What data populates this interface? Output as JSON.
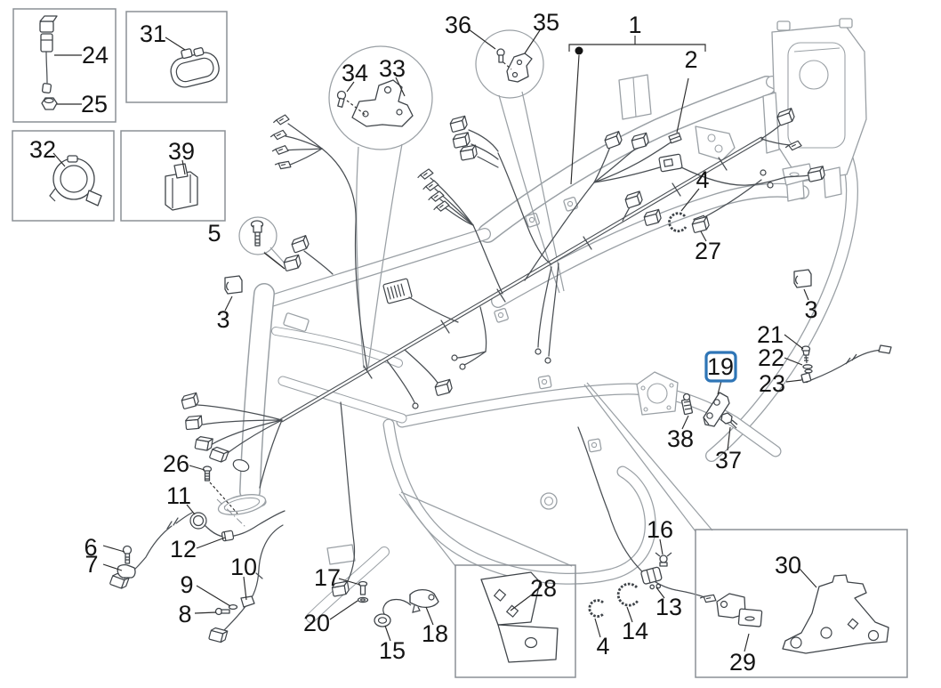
{
  "diagram": {
    "type": "parts-catalog-exploded-view",
    "subject": "frame wiring harness exploded diagram",
    "background_color": "#ffffff",
    "frame_line_color": "#9aa0a5",
    "harness_line_color": "#4a4f54",
    "label_color": "#141414",
    "inset_box_color": "#8b9096"
  },
  "highlight": {
    "part_number": "19",
    "color": "#2e75b6",
    "style": "rounded-rect-border"
  },
  "callouts": {
    "c1": "1",
    "c2": "2",
    "c3a": "3",
    "c3b": "3",
    "c4a": "4",
    "c4b": "4",
    "c5": "5",
    "c6": "6",
    "c7": "7",
    "c8": "8",
    "c9": "9",
    "c10": "10",
    "c11": "11",
    "c12": "12",
    "c13": "13",
    "c14": "14",
    "c15": "15",
    "c16": "16",
    "c17": "17",
    "c18": "18",
    "c19": "19",
    "c20": "20",
    "c21": "21",
    "c22": "22",
    "c23": "23",
    "c24": "24",
    "c25": "25",
    "c26": "26",
    "c27": "27",
    "c28": "28",
    "c29": "29",
    "c30": "30",
    "c31": "31",
    "c32": "32",
    "c33": "33",
    "c34": "34",
    "c35": "35",
    "c36": "36",
    "c37": "37",
    "c38": "38",
    "c39": "39"
  }
}
